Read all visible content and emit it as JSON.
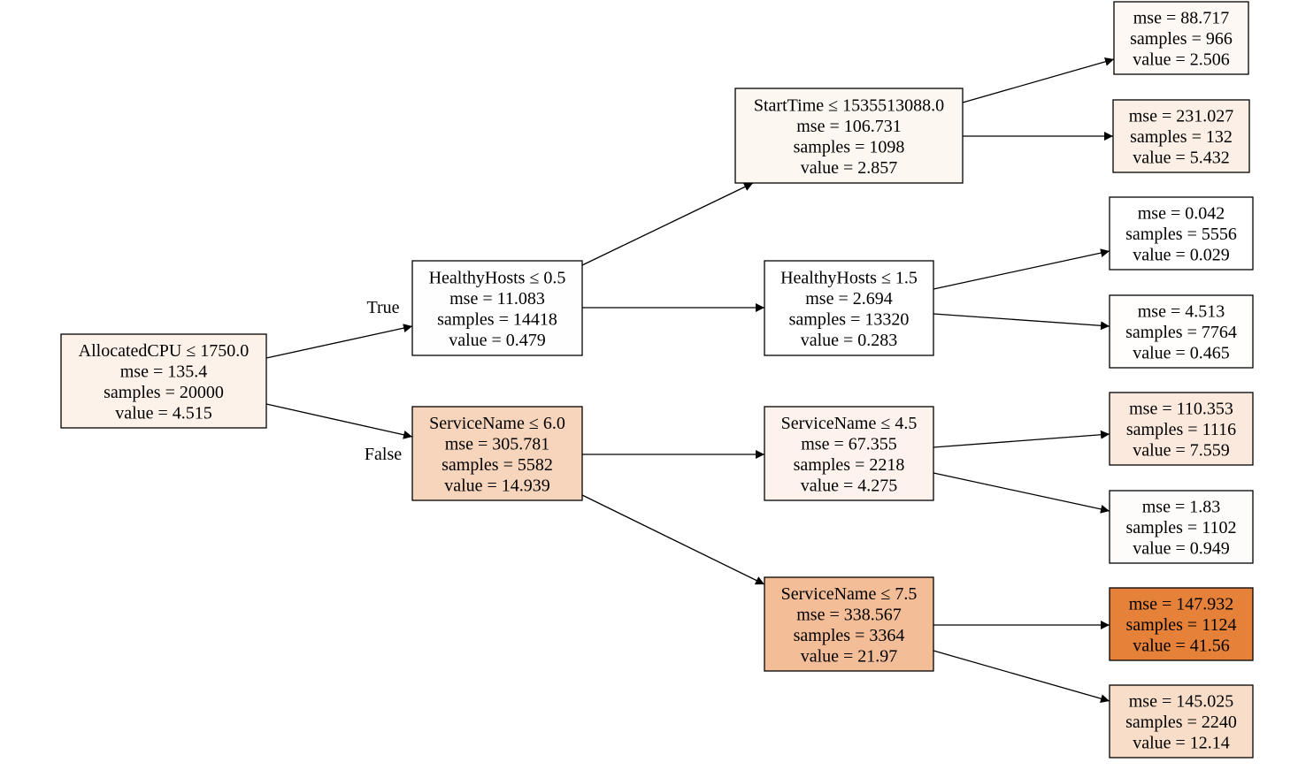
{
  "tree": {
    "edge_labels": {
      "true_label": "True",
      "false_label": "False"
    },
    "nodes": [
      {
        "id": "root",
        "lines": [
          "AllocatedCPU ≤ 1750.0",
          "mse = 135.4",
          "samples = 20000",
          "value = 4.515"
        ],
        "fill": "#fcf2ea"
      },
      {
        "id": "n1",
        "lines": [
          "HealthyHosts ≤ 0.5",
          "mse = 11.083",
          "samples = 14418",
          "value = 0.479"
        ],
        "fill": "#fffefe"
      },
      {
        "id": "n2",
        "lines": [
          "StartTime ≤ 1535513088.0",
          "mse = 106.731",
          "samples = 1098",
          "value = 2.857"
        ],
        "fill": "#fdf7f2"
      },
      {
        "id": "n3",
        "lines": [
          "mse = 88.717",
          "samples = 966",
          "value = 2.506"
        ],
        "fill": "#fdf8f4"
      },
      {
        "id": "n4",
        "lines": [
          "mse = 231.027",
          "samples = 132",
          "value = 5.432"
        ],
        "fill": "#fcefe6"
      },
      {
        "id": "n5",
        "lines": [
          "HealthyHosts ≤ 1.5",
          "mse = 2.694",
          "samples = 13320",
          "value = 0.283"
        ],
        "fill": "#ffffff"
      },
      {
        "id": "n6",
        "lines": [
          "mse = 0.042",
          "samples = 5556",
          "value = 0.029"
        ],
        "fill": "#ffffff"
      },
      {
        "id": "n7",
        "lines": [
          "mse = 4.513",
          "samples = 7764",
          "value = 0.465"
        ],
        "fill": "#fffefd"
      },
      {
        "id": "n8",
        "lines": [
          "ServiceName ≤ 6.0",
          "mse = 305.781",
          "samples = 5582",
          "value = 14.939"
        ],
        "fill": "#f6d5bc"
      },
      {
        "id": "n9",
        "lines": [
          "ServiceName ≤ 4.5",
          "mse = 67.355",
          "samples = 2218",
          "value = 4.275"
        ],
        "fill": "#fdf3ec"
      },
      {
        "id": "n10",
        "lines": [
          "mse = 110.353",
          "samples = 1116",
          "value = 7.559"
        ],
        "fill": "#fbe9dd"
      },
      {
        "id": "n11",
        "lines": [
          "mse = 1.83",
          "samples = 1102",
          "value = 0.949"
        ],
        "fill": "#fefcfb"
      },
      {
        "id": "n12",
        "lines": [
          "ServiceName ≤ 7.5",
          "mse = 338.567",
          "samples = 3364",
          "value = 21.97"
        ],
        "fill": "#f2bd97"
      },
      {
        "id": "n13",
        "lines": [
          "mse = 147.932",
          "samples = 1124",
          "value = 41.56"
        ],
        "fill": "#e58139"
      },
      {
        "id": "n14",
        "lines": [
          "mse = 145.025",
          "samples = 2240",
          "value = 12.14"
        ],
        "fill": "#f8dec9"
      }
    ],
    "edges": [
      {
        "from": "root",
        "to": "n1",
        "label": "true_label"
      },
      {
        "from": "root",
        "to": "n8",
        "label": "false_label"
      },
      {
        "from": "n1",
        "to": "n2"
      },
      {
        "from": "n1",
        "to": "n5"
      },
      {
        "from": "n2",
        "to": "n3"
      },
      {
        "from": "n2",
        "to": "n4"
      },
      {
        "from": "n5",
        "to": "n6"
      },
      {
        "from": "n5",
        "to": "n7"
      },
      {
        "from": "n8",
        "to": "n9"
      },
      {
        "from": "n8",
        "to": "n12"
      },
      {
        "from": "n9",
        "to": "n10"
      },
      {
        "from": "n9",
        "to": "n11"
      },
      {
        "from": "n12",
        "to": "n13"
      },
      {
        "from": "n12",
        "to": "n14"
      }
    ]
  }
}
